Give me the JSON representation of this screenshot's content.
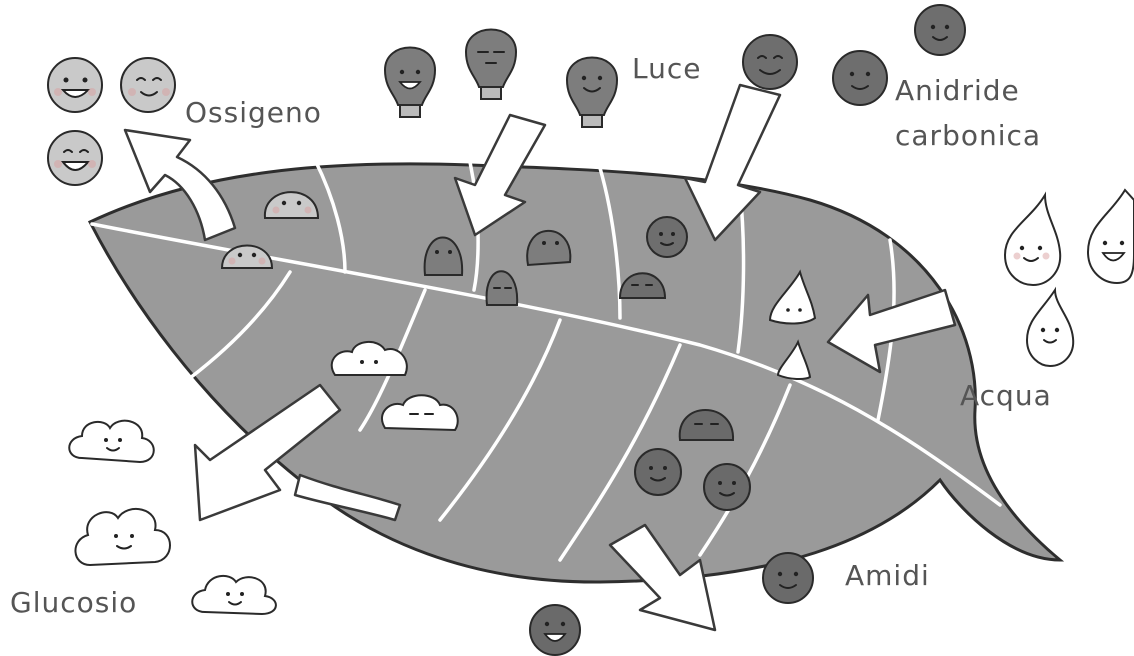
{
  "labels": {
    "oxygen": "Ossigeno",
    "light": "Luce",
    "co2_line1": "Anidride",
    "co2_line2": "carbonica",
    "water": "Acqua",
    "glucose": "Glucosio",
    "starch": "Amidi"
  },
  "colors": {
    "leaf": "#9a9a9a",
    "oxygen_face": "#c9c9c9",
    "light_bulb": "#7d7d7d",
    "co2_ball": "#6e6e6e",
    "water_drop": "#ffffff",
    "glucose_cloud": "#ffffff",
    "starch_ball": "#6a6a6a",
    "label_text": "#555555"
  }
}
